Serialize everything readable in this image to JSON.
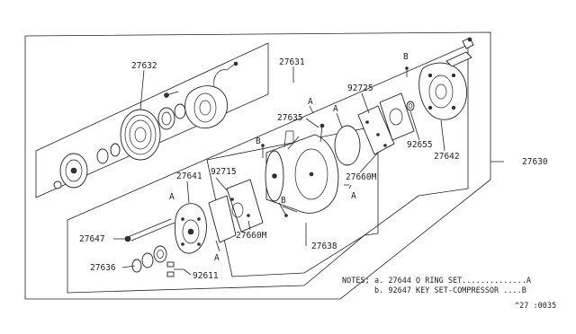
{
  "parts": {
    "p27632": "27632",
    "p27631": "27631",
    "p27630": "27630",
    "p92725": "92725",
    "p27635": "27635",
    "p92655": "92655",
    "p27642": "27642",
    "p27660m_top": "27660M",
    "p27641": "27641",
    "p92715": "92715",
    "p27660m_bottom": "27660M",
    "p27638": "27638",
    "p27647": "27647",
    "p27636": "27636",
    "p92611": "92611"
  },
  "markers": {
    "a1": "A",
    "a2": "A",
    "a3": "A",
    "a4": "A",
    "a5": "A",
    "b1": "B",
    "b2": "B",
    "b3": "B"
  },
  "notes": {
    "prefix": "NOTES;",
    "line1": "a. 27644 O RING SET..............A",
    "line2": "b. 92647 KEY SET-COMPRESSOR ....B"
  },
  "footer": {
    "code": "^27 :0035"
  }
}
